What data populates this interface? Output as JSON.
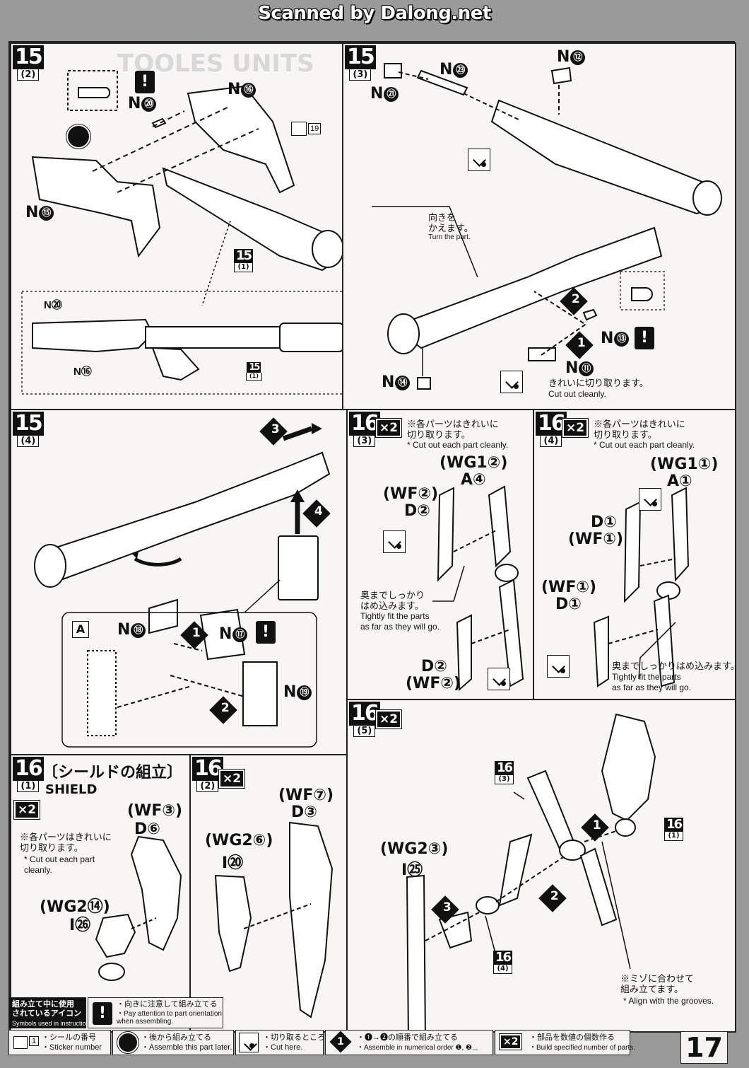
{
  "header": "Scanned by Dalong.net",
  "page_number": "17",
  "panels": {
    "p15_2": {
      "step": "15",
      "sub": "(2)",
      "labels": {
        "n20": "N",
        "n20c": "⑳",
        "n16": "N",
        "n16c": "⑯",
        "n15": "N",
        "n15c": "⑮",
        "ref15": "15",
        "ref15sub": "(1)",
        "sticker": "19",
        "d_n20": "N⑳",
        "d_n16": "N⑯",
        "d_ref": "15",
        "d_refsub": "(1)"
      }
    },
    "p15_3": {
      "step": "15",
      "sub": "(3)",
      "labels": {
        "n21": "N",
        "n21c": "㉑",
        "n23": "N",
        "n23c": "㉓",
        "n12": "N",
        "n12c": "⑫",
        "n13": "N",
        "n13c": "⑬",
        "n14": "N",
        "n14c": "⑭",
        "n11": "N",
        "n11c": "⑪"
      },
      "turn_ja": "向きを\nかえます。",
      "turn_en": "Turn the part.",
      "cut_ja": "きれいに切り取ります。",
      "cut_en": "Cut out cleanly."
    },
    "p15_4": {
      "step": "15",
      "sub": "(4)",
      "labels": {
        "a": "A",
        "n18": "N",
        "n18c": "⑱",
        "n17": "N",
        "n17c": "⑰",
        "n19": "N",
        "n19c": "⑲"
      }
    },
    "p16_3": {
      "step": "16",
      "sub": "(3)",
      "mult": "×2",
      "note_ja": "※各パーツはきれいに\n切り取ります。",
      "note_en": "* Cut out each part cleanly.",
      "wg": "(WG1②)",
      "a4": "A④",
      "wf": "(WF②)",
      "d2": "D②",
      "d2b": "D②",
      "wfb": "(WF②)",
      "fit_ja": "奥までしっかり\nはめ込みます。",
      "fit_en": "Tightly fit the parts\nas far as they will go."
    },
    "p16_4": {
      "step": "16",
      "sub": "(4)",
      "mult": "×2",
      "note_ja": "※各パーツはきれいに\n切り取ります。",
      "note_en": "* Cut out each part cleanly.",
      "wg": "(WG1①)",
      "a1": "A①",
      "d1": "D①",
      "wf1": "(WF①)",
      "wf1b": "(WF①)",
      "d1b": "D①",
      "fit_ja": "奥までしっかりはめ込みます。",
      "fit_en": "Tightly fit the parts\nas far as they will go."
    },
    "p16_1": {
      "step": "16",
      "sub": "(1)",
      "mult": "×2",
      "title_ja": "〔シールドの組立〕",
      "title_en": "SHIELD",
      "wf3": "(WF③)",
      "d6": "D⑥",
      "note_ja": "※各パーツはきれいに\n切り取ります。",
      "note_en": "* Cut out each part\ncleanly.",
      "wg214": "(WG2⑭)",
      "i26": "I㉖"
    },
    "p16_2": {
      "step": "16",
      "sub": "(2)",
      "mult": "×2",
      "wf7": "(WF⑦)",
      "d3": "D③",
      "wg26": "(WG2⑥)",
      "i20": "I⑳"
    },
    "p16_5": {
      "step": "16",
      "sub": "(5)",
      "mult": "×2",
      "ref3": "16",
      "ref3sub": "(3)",
      "ref1": "16",
      "ref1sub": "(1)",
      "ref4": "16",
      "ref4sub": "(4)",
      "wg23": "(WG2③)",
      "i25": "I㉕",
      "align_ja": "※ミゾに合わせて\n組み立てます。",
      "align_en": "* Align with the grooves."
    }
  },
  "legend": {
    "title_ja": "組み立て中に使用\nされているアイコン",
    "title_en": "Symbols used in instructions",
    "attn_ja": "・向きに注意して組み立てる",
    "attn_en": "・Pay attention to part orientation\nwhen assembling.",
    "sticker_num": "1",
    "sticker_ja": "・シールの番号",
    "sticker_en": "・Sticker number",
    "later_ja": "・後から組み立てる",
    "later_en": "・Assemble this part later.",
    "cut_ja": "・切り取るところ",
    "cut_en": "・Cut here.",
    "order_ja": "・❶→❷の順番で組み立てる",
    "order_en": "・Assemble in numerical order ❶, ❷...",
    "mult": "×2",
    "mult_ja": "・部品を数値の個数作る",
    "mult_en": "・Build specified number of parts."
  },
  "colors": {
    "ink": "#111111",
    "paper": "#f4f3f1",
    "scan_bg": "#9a9a9a"
  }
}
